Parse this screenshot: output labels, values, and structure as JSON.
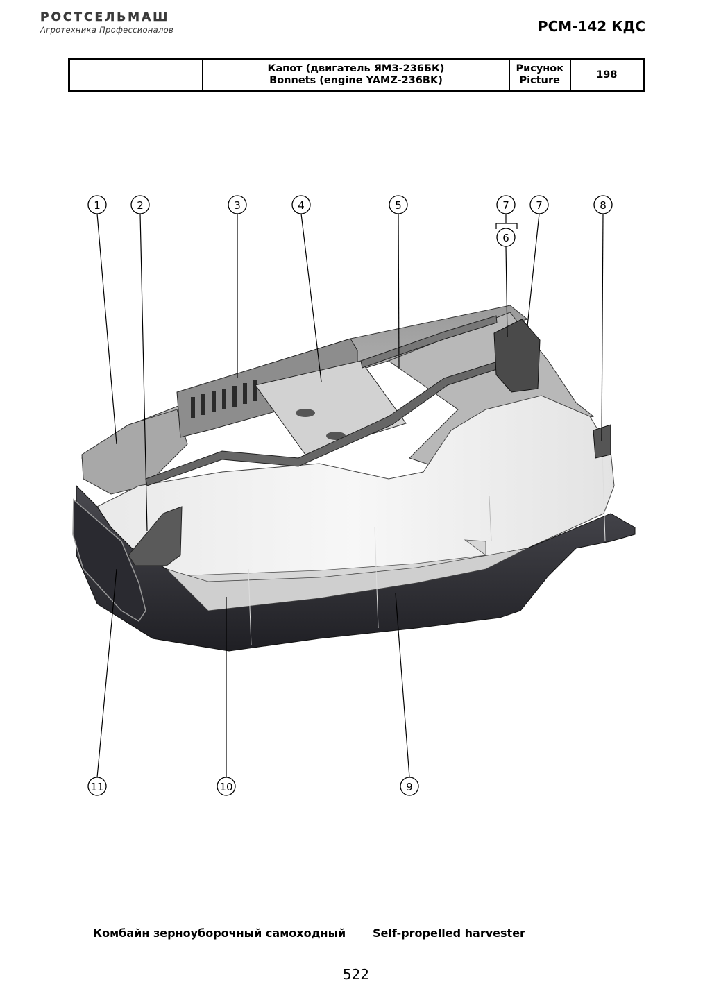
{
  "header": {
    "brand_name": "РОСТСЕЛЬМАШ",
    "brand_tagline": "Агротехника Профессионалов",
    "model": "РСМ-142 КДС"
  },
  "title_block": {
    "title_ru": "Капот (двигатель ЯМЗ-236БК)",
    "title_en": "Bonnets (engine YAMZ-236BK)",
    "figure_label_ru": "Рисунок",
    "figure_label_en": "Picture",
    "figure_number": "198"
  },
  "callouts": {
    "top": [
      "1",
      "2",
      "3",
      "4",
      "5",
      "7",
      "6",
      "7",
      "8"
    ],
    "bottom": [
      "11",
      "10",
      "9"
    ]
  },
  "footer": {
    "caption_ru": "Комбайн зерноуборочный самоходный",
    "caption_en": "Self-propelled harvester",
    "page_number": "522"
  }
}
